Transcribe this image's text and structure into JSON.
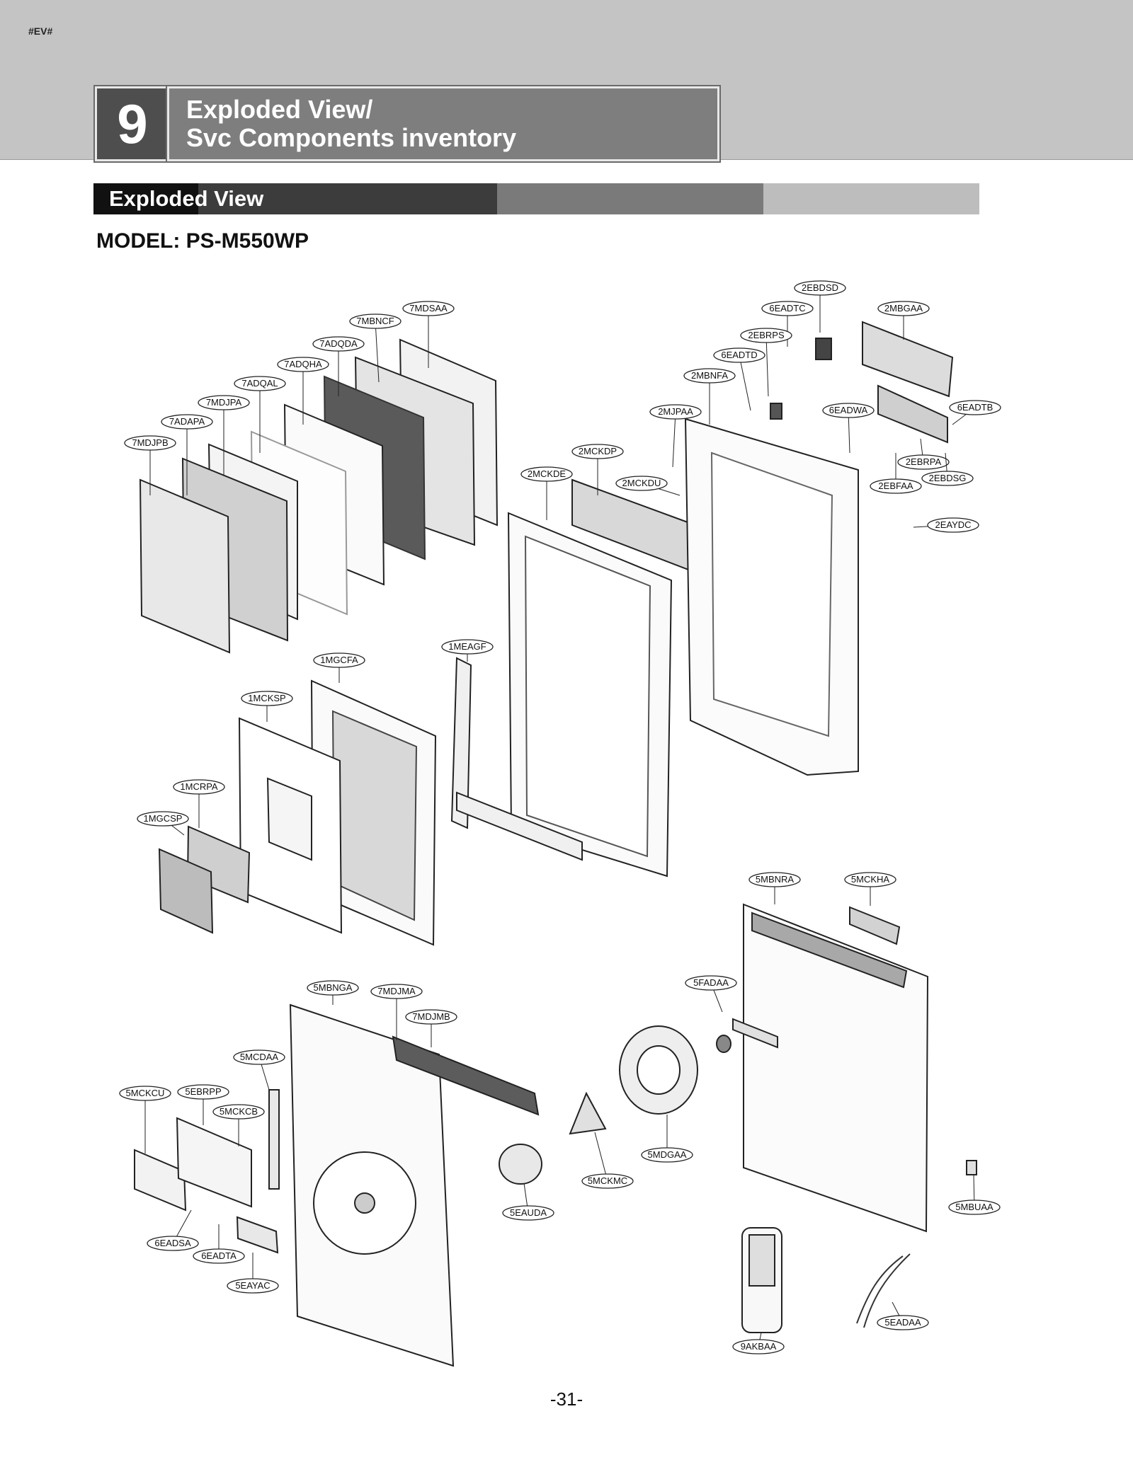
{
  "header": {
    "doc_code": "#EV#",
    "chapter_number": "9",
    "chapter_title_line1": "Exploded View/",
    "chapter_title_line2": "Svc Components inventory"
  },
  "section": {
    "title": "Exploded View",
    "model": "MODEL: PS-M550WP"
  },
  "footer": {
    "page_number": "-31-"
  },
  "part_labels": [
    "7MDSAA",
    "7MBNCF",
    "7ADQDA",
    "7ADQHA",
    "7ADQAL",
    "7MDJPA",
    "7ADAPA",
    "7MDJPB",
    "2EBDSD",
    "6EADTC",
    "2MBGAA",
    "2EBRPS",
    "6EADTD",
    "2MBNFA",
    "2MJPAA",
    "6EADWA",
    "6EADTB",
    "2MCKDP",
    "2MCKDE",
    "2MCKDU",
    "2EBRPA",
    "2EBFAA",
    "2EBDSG",
    "2EAYDC",
    "1MEAGF",
    "1MGCFA",
    "1MCKSP",
    "1MCRPA",
    "1MGCSP",
    "5MBNRA",
    "5MCKHA",
    "5FADAA",
    "5MBNGA",
    "7MDJMA",
    "7MDJMB",
    "5MCDAA",
    "5MCKCU",
    "5EBRPP",
    "5MCKCB",
    "5MDGAA",
    "5MCKMC",
    "5EAUDA",
    "6EADSA",
    "6EADTA",
    "5EAYAC",
    "5MBUAA",
    "9AKBAA",
    "5EADAA"
  ]
}
